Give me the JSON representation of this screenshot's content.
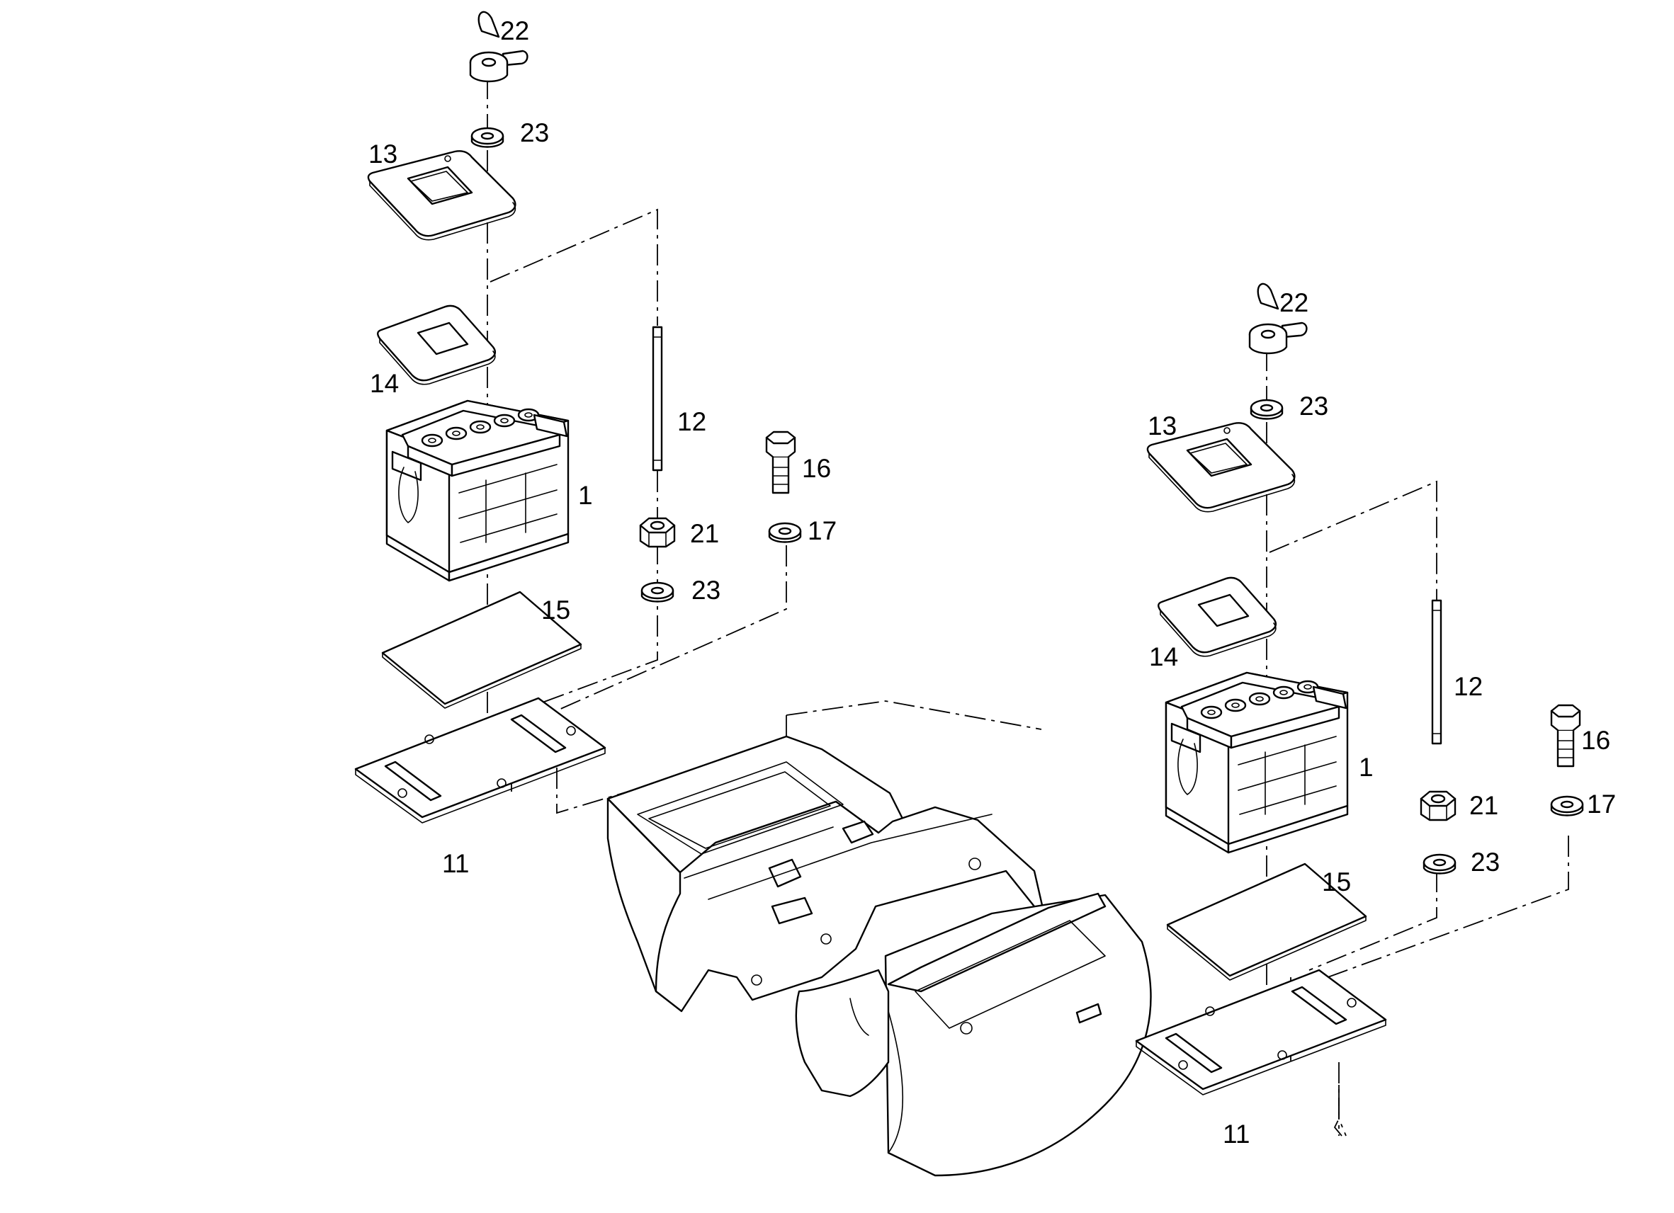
{
  "callouts": {
    "left": {
      "p22": "22",
      "p23_top": "23",
      "p13": "13",
      "p14": "14",
      "p12": "12",
      "p16": "16",
      "p1": "1",
      "p21": "21",
      "p17": "17",
      "p23_low": "23",
      "p15": "15",
      "p11": "11"
    },
    "right": {
      "p22": "22",
      "p23_top": "23",
      "p13": "13",
      "p14": "14",
      "p12": "12",
      "p16": "16",
      "p1": "1",
      "p21": "21",
      "p17": "17",
      "p23_low": "23",
      "p15": "15",
      "p11": "11"
    }
  },
  "parts": [
    {
      "number": "1",
      "name": "battery"
    },
    {
      "number": "11",
      "name": "battery tray"
    },
    {
      "number": "12",
      "name": "threaded rod"
    },
    {
      "number": "13",
      "name": "hold-down plate"
    },
    {
      "number": "14",
      "name": "rubber pad"
    },
    {
      "number": "15",
      "name": "base mat"
    },
    {
      "number": "16",
      "name": "hex bolt"
    },
    {
      "number": "17",
      "name": "washer"
    },
    {
      "number": "21",
      "name": "hex nut"
    },
    {
      "number": "22",
      "name": "wing nut"
    },
    {
      "number": "23",
      "name": "washer"
    }
  ]
}
